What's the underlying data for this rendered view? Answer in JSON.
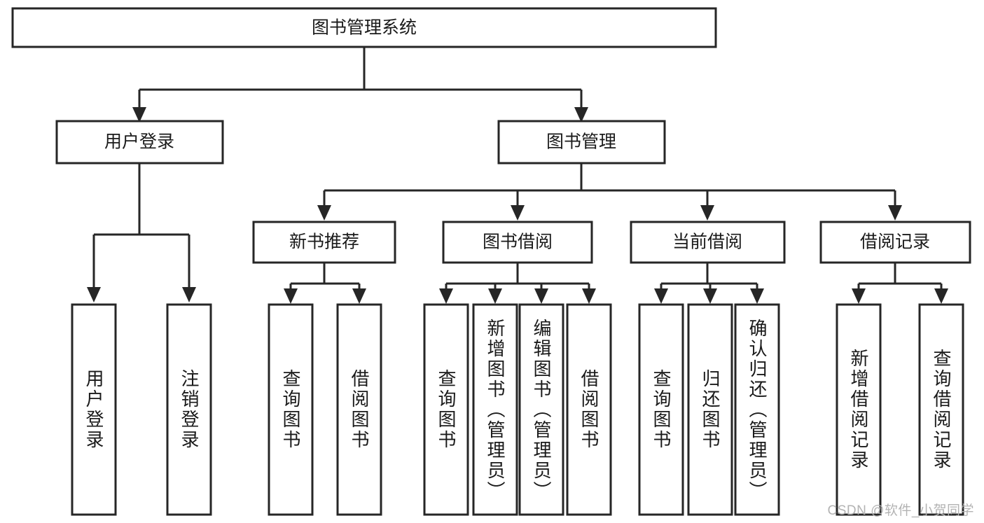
{
  "diagram": {
    "title": "图书管理系统",
    "type": "tree-hierarchy",
    "root": {
      "label": "图书管理系统"
    },
    "level2": [
      {
        "label": "用户登录"
      },
      {
        "label": "图书管理"
      }
    ],
    "level3": [
      {
        "label": "新书推荐"
      },
      {
        "label": "图书借阅"
      },
      {
        "label": "当前借阅"
      },
      {
        "label": "借阅记录"
      }
    ],
    "leaves": {
      "user_login": [
        {
          "label": "用户登录"
        },
        {
          "label": "注销登录"
        }
      ],
      "new_book_recommend": [
        {
          "label": "查询图书"
        },
        {
          "label": "借阅图书"
        }
      ],
      "book_borrow": [
        {
          "label": "查询图书"
        },
        {
          "label": "新增图书（管理员）"
        },
        {
          "label": "编辑图书（管理员）"
        },
        {
          "label": "借阅图书"
        }
      ],
      "current_borrow": [
        {
          "label": "查询图书"
        },
        {
          "label": "归还图书"
        },
        {
          "label": "确认归还（管理员）"
        }
      ],
      "borrow_record": [
        {
          "label": "新增借阅记录"
        },
        {
          "label": "查询借阅记录"
        }
      ]
    }
  },
  "watermark": {
    "text": "CSDN @软件_小贺同学"
  },
  "colors": {
    "stroke": "#262626",
    "box_fill": "#ffffff",
    "text": "#1a1a1a",
    "watermark": "#b3b3b3",
    "background": "#ffffff"
  }
}
